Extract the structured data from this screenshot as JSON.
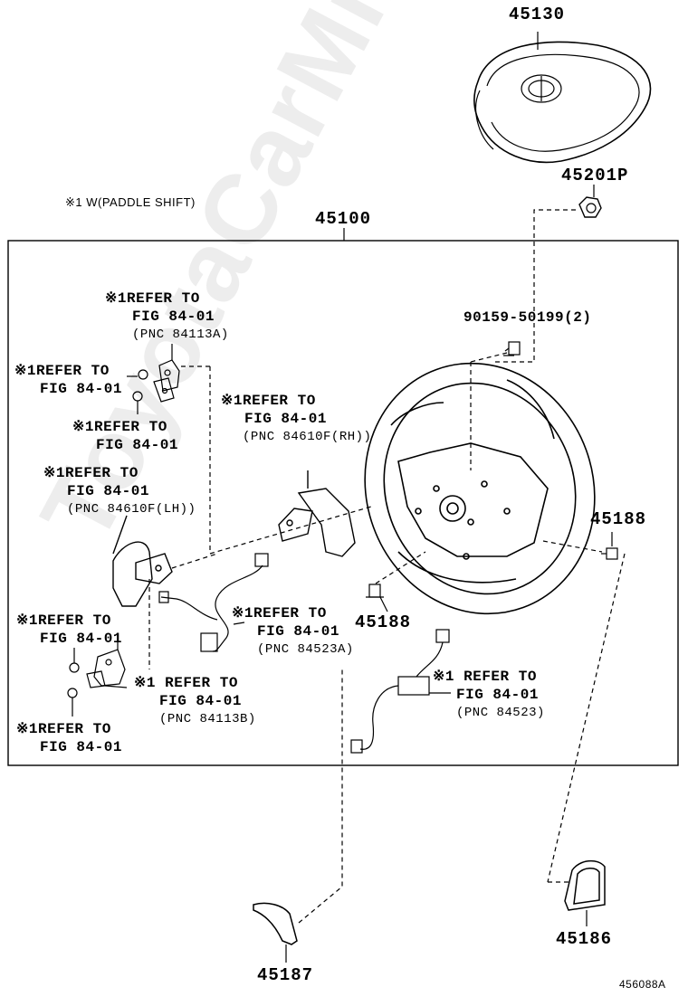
{
  "note": "※1 W(PADDLE SHIFT)",
  "watermark": "ToyotaCarMine.ru",
  "figure_id": "456088A",
  "parts": {
    "p45130": "45130",
    "p45201p": "45201P",
    "p45100": "45100",
    "p90159": "90159-50199(2)",
    "p45188_right": "45188",
    "p45188_center": "45188",
    "p45186": "45186",
    "p45187": "45187"
  },
  "refs": {
    "r1_a": "※1REFER TO",
    "r1_b": "FIG 84-01",
    "r1_c": "(PNC 84113A)",
    "r2_a": "※1REFER TO",
    "r2_b": "FIG 84-01",
    "r3_a": "※1REFER TO",
    "r3_b": "FIG 84-01",
    "r4_a": "※1REFER TO",
    "r4_b": "FIG 84-01",
    "r4_c": "(PNC 84610F(RH))",
    "r5_a": "※1REFER TO",
    "r5_b": "FIG 84-01",
    "r5_c": "(PNC 84610F(LH))",
    "r6_a": "※1REFER TO",
    "r6_b": "FIG 84-01",
    "r7_a": "※1REFER TO",
    "r7_b": "FIG 84-01",
    "r7_c": "(PNC 84523A)",
    "r8_a": "※1 REFER TO",
    "r8_b": "FIG 84-01",
    "r8_c": "(PNC 84113B)",
    "r9_a": "※1 REFER TO",
    "r9_b": "FIG 84-01",
    "r9_c": "(PNC 84523)",
    "r10_a": "※1REFER TO",
    "r10_b": "FIG 84-01"
  }
}
